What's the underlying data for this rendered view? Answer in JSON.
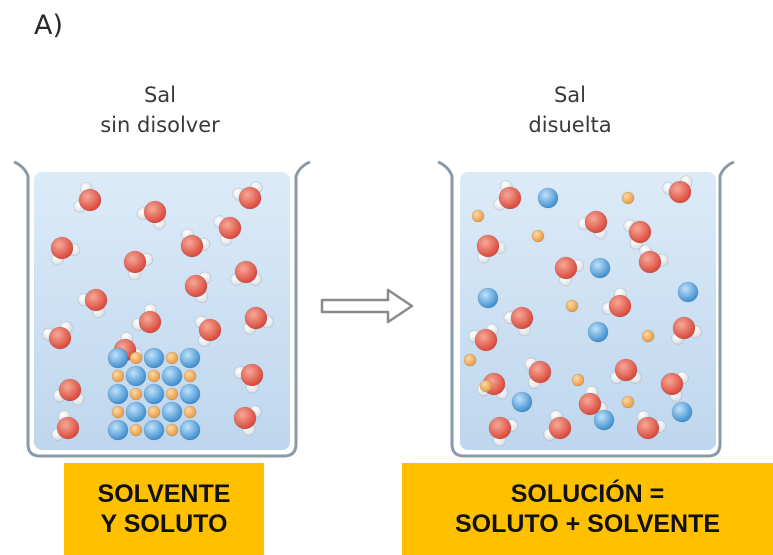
{
  "panel_label": "A)",
  "left_beaker": {
    "caption_line1": "Sal",
    "caption_line2": "sin disolver",
    "label_line1": "SOLVENTE",
    "label_line2": "Y SOLUTO"
  },
  "right_beaker": {
    "caption_line1": "Sal",
    "caption_line2": "disuelta",
    "label_line1": "SOLUCIÓN =",
    "label_line2": "SOLUTO + SOLVENTE"
  },
  "colors": {
    "water_fill": "#cfe3f5",
    "glass_outline": "#8a9aa8",
    "water_oxygen": "#e8675a",
    "water_hydrogen": "#ffffff",
    "chloride_ion": "#5aa6de",
    "sodium_ion": "#f2a95a",
    "label_background": "#FFC000",
    "arrow": "#8a8a8a"
  }
}
